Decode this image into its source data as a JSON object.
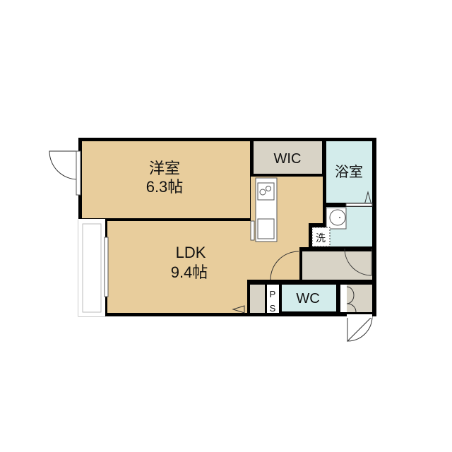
{
  "rooms": {
    "western_room": {
      "name": "洋室",
      "size": "6.3帖"
    },
    "ldk": {
      "name": "LDK",
      "size": "9.4帖"
    },
    "wic": {
      "name": "WIC"
    },
    "bathroom": {
      "name": "浴室"
    },
    "washer": {
      "name": "洗"
    },
    "wc": {
      "name": "WC"
    },
    "ps": {
      "p": "P",
      "s": "S"
    }
  },
  "colors": {
    "room": "#e8cd9c",
    "storage": "#d8d3c6",
    "wet": "#d3eceb",
    "wall": "#000000"
  }
}
